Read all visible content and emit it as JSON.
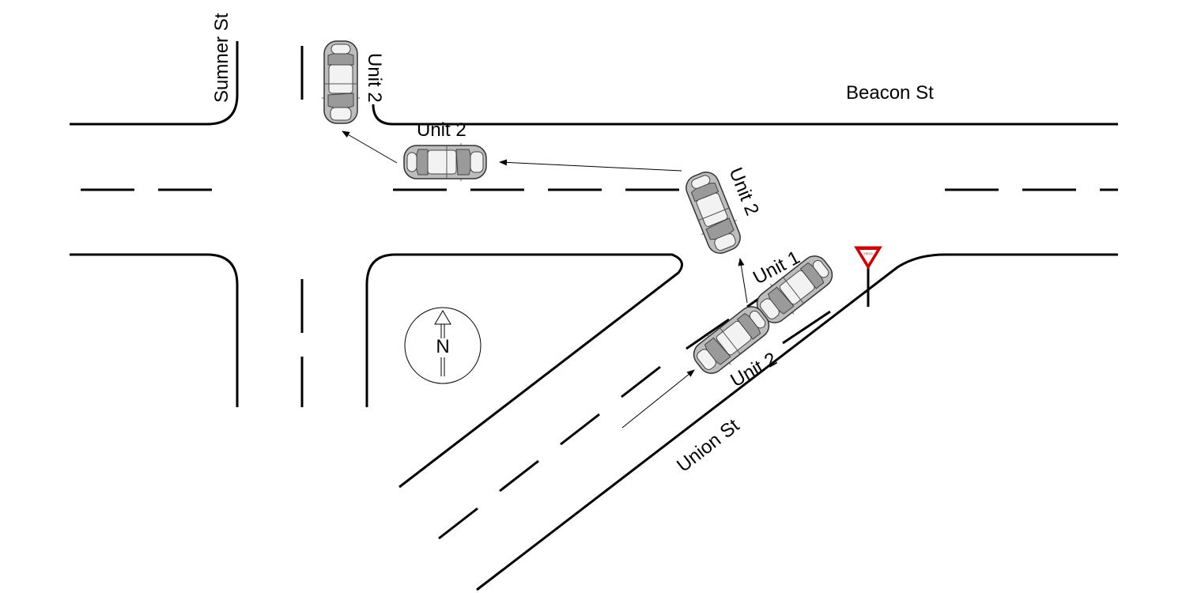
{
  "streets": {
    "beacon": "Beacon St",
    "sumner": "Sumner St",
    "union": "Union St"
  },
  "units": {
    "unit1": "Unit 1",
    "unit2_collision": "Unit 2",
    "unit2_after_impact": "Unit 2",
    "unit2_on_beacon": "Unit 2",
    "unit2_final": "Unit 2"
  },
  "compass": {
    "letter": "N"
  },
  "sign": {
    "type": "yield",
    "text": "YIELD",
    "color": "#d40000"
  },
  "colors": {
    "car": "#bdbdbd",
    "road_line": "#000000"
  }
}
